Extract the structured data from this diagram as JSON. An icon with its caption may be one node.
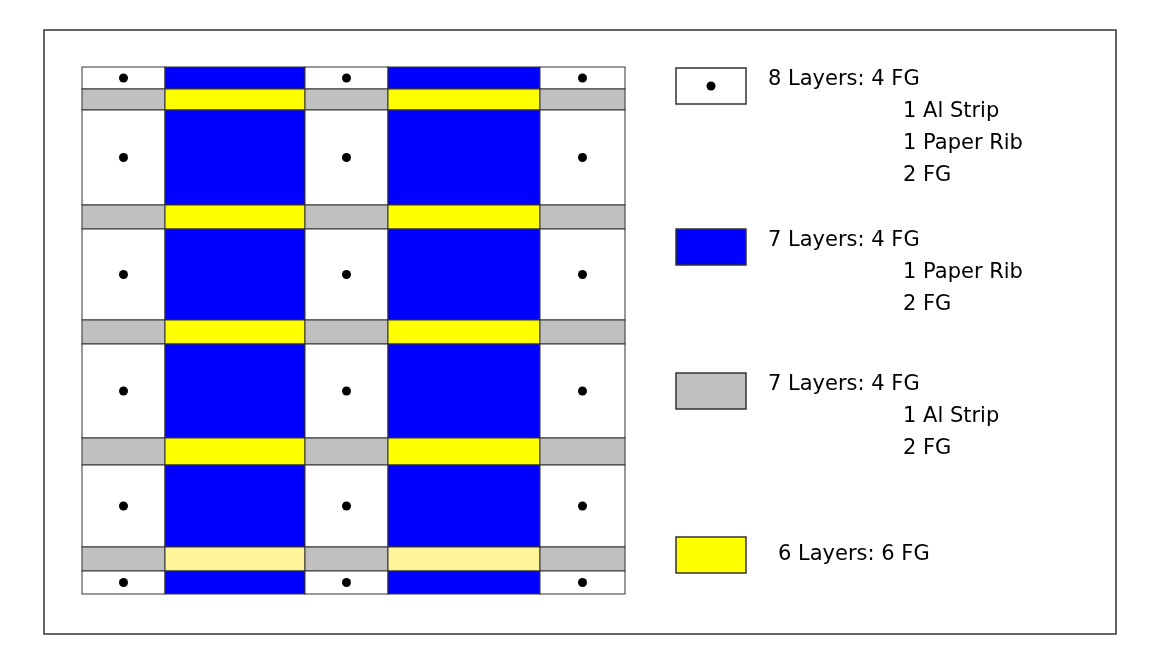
{
  "diagram": {
    "legend": [
      {
        "text": "8 Layers: 4 FG 1 Al Strip 1 Paper Rib 2 FG"
      },
      {
        "text": "7 Layers: 4 FG 1 Paper Rib 2 FG",
        "color": "#0000ff"
      },
      {
        "text": "7 Layers: 4 FG 1 Al Strip 2 FG",
        "color": "#c0c0c0"
      },
      {
        "text": "6 Layers: 6 FG",
        "color": "#ffff00"
      }
    ]
  }
}
